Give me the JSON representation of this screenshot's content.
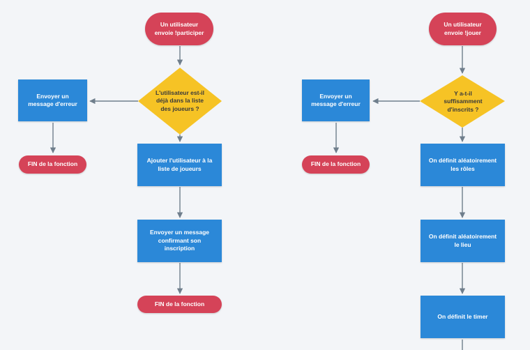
{
  "colors": {
    "terminal": "#d54358",
    "process": "#2b88d8",
    "decision": "#f6c325",
    "connector": "#6f7e8c",
    "background": "#f3f5f8"
  },
  "flow_participer": {
    "start": "Un utilisateur envoie !participer",
    "decision": "L'utilisateur est-il déjà dans la liste des joueurs ?",
    "yes_action": "Envoyer un message d'erreur",
    "yes_end": "FIN de la fonction",
    "no_action_1": "Ajouter l'utilisateur à la liste de joueurs",
    "no_action_2": "Envoyer un message confirmant son inscription",
    "no_end": "FIN de la fonction"
  },
  "flow_jouer": {
    "start": "Un utilisateur envoie !jouer",
    "decision": "Y a-t-il suffisamment d'inscrits ?",
    "no_action": "Envoyer un message d'erreur",
    "no_end": "FIN de la fonction",
    "step_1": "On définit aléatoirement les rôles",
    "step_2": "On définit aléatoirement le lieu",
    "step_3": "On définit le timer"
  }
}
